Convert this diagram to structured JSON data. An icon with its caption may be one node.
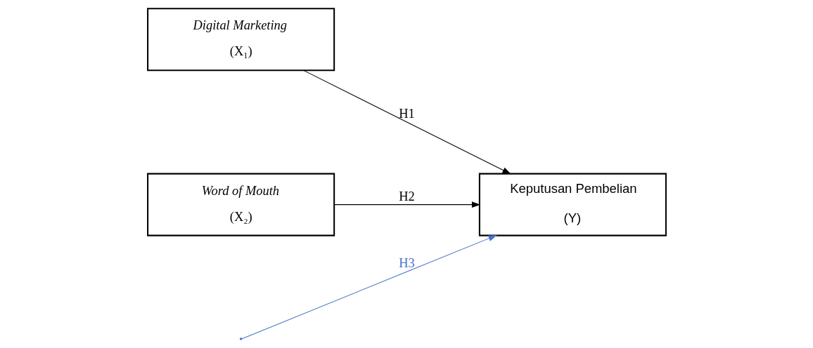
{
  "diagram": {
    "nodes": [
      {
        "text": [
          "Digital Marketing",
          "(X₁)"
        ]
      },
      {
        "text": [
          "Word of Mouth",
          "(X₂)"
        ]
      },
      {
        "text": [
          "Keputusan Pembelian",
          "(Y)"
        ]
      }
    ],
    "edges": [
      {
        "from": 0,
        "to": 2,
        "arrow": "to",
        "label": "H1"
      },
      {
        "from": 1,
        "to": 2,
        "arrow": "to",
        "label": "H2"
      },
      {
        "from": null,
        "to": 2,
        "arrow": "to",
        "label": "H3",
        "color": "#4472c4"
      }
    ]
  }
}
